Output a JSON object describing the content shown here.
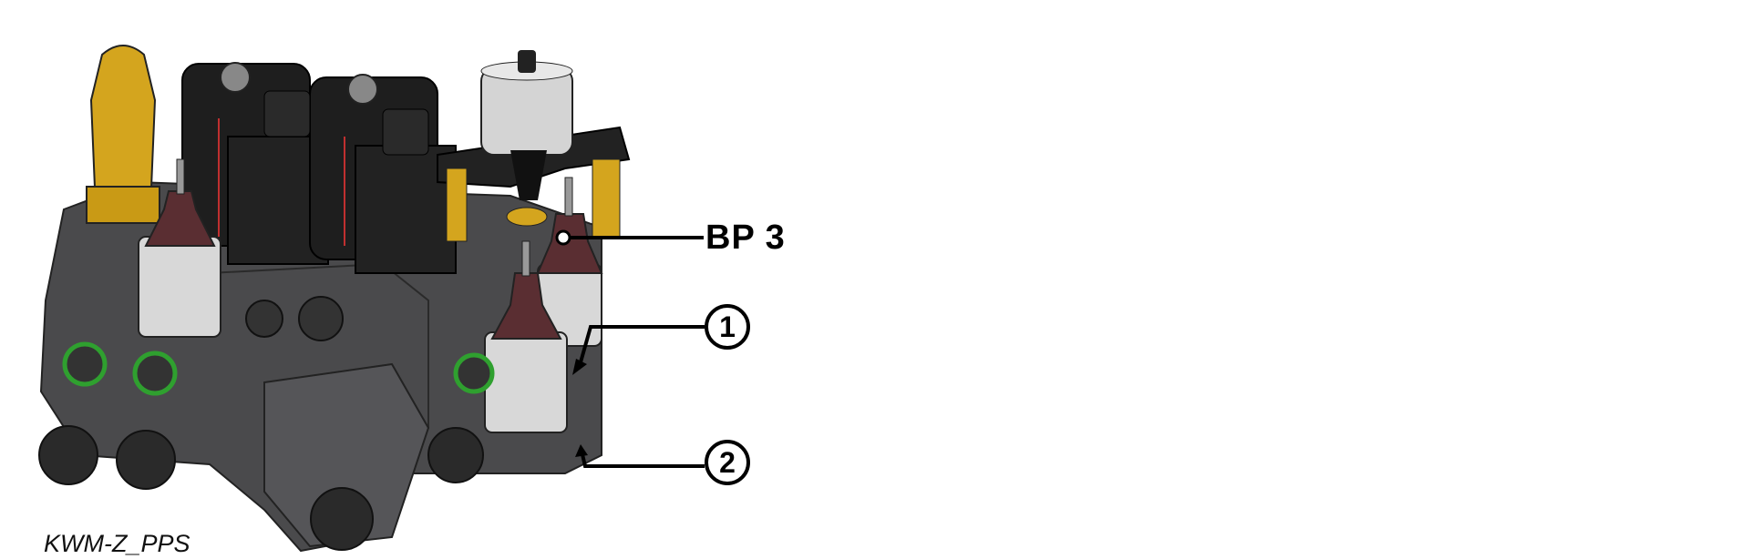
{
  "callouts": {
    "bp3": "BP 3",
    "item1": "1",
    "item2": "2"
  },
  "caption": "KWM-Z_PPS",
  "colors": {
    "housing": "#4a4a4c",
    "solenoid": "#1e1e1e",
    "brass": "#d4a51e",
    "sensor_cap": "#5a2e32",
    "sensor_body": "#d8d8d8",
    "seal": "#2fa02f"
  }
}
